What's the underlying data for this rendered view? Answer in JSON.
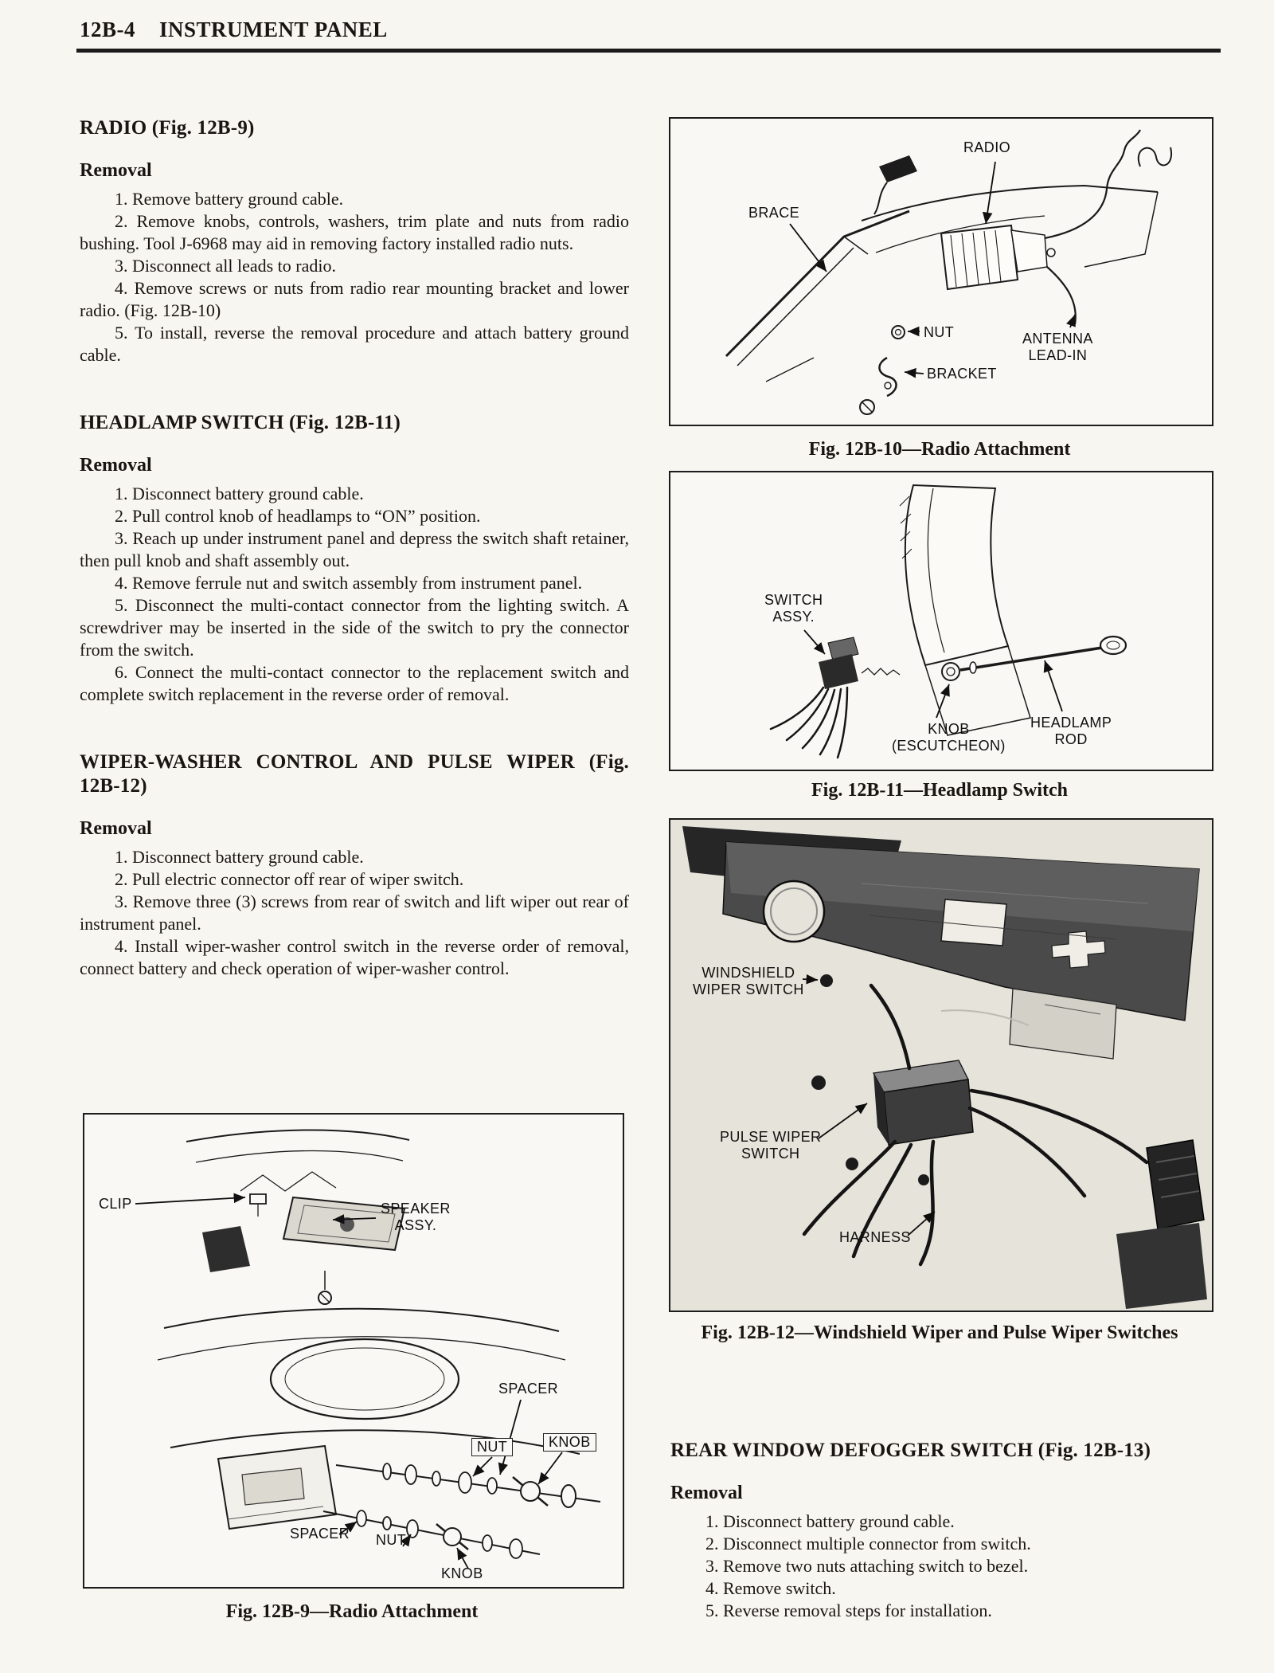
{
  "header": {
    "page_number": "12B-4",
    "title": "INSTRUMENT PANEL"
  },
  "sections": {
    "radio": {
      "heading": "RADIO (Fig. 12B-9)",
      "removal_label": "Removal",
      "steps": [
        "1. Remove battery ground cable.",
        "2. Remove knobs, controls, washers, trim plate and nuts from radio bushing. Tool J-6968 may aid in removing factory installed radio nuts.",
        "3. Disconnect all leads to radio.",
        "4. Remove screws or nuts from radio rear mounting bracket and lower radio. (Fig. 12B-10)",
        "5. To install, reverse the removal procedure and attach battery ground cable."
      ]
    },
    "headlamp_switch": {
      "heading": "HEADLAMP SWITCH (Fig. 12B-11)",
      "removal_label": "Removal",
      "steps": [
        "1. Disconnect battery ground cable.",
        "2. Pull control knob of headlamps to “ON” position.",
        "3. Reach up under instrument panel and depress the switch shaft retainer, then pull knob and shaft assembly out.",
        "4. Remove ferrule nut and switch assembly from instrument panel.",
        "5. Disconnect the multi-contact connector from the lighting switch. A screwdriver may be inserted in the side of the switch to pry the connector from the switch.",
        "6. Connect the multi-contact connector to the replacement switch and complete switch replacement in the reverse order of removal."
      ]
    },
    "wiper_washer": {
      "heading": "WIPER-WASHER CONTROL AND PULSE WIPER (Fig. 12B-12)",
      "removal_label": "Removal",
      "steps": [
        "1. Disconnect battery ground cable.",
        "2. Pull electric connector off rear of wiper switch.",
        "3. Remove three (3) screws from rear of switch and lift wiper out rear of instrument panel.",
        "4. Install wiper-washer control switch in the reverse order of removal, connect battery and check operation of wiper-washer control."
      ]
    },
    "defogger": {
      "heading": "REAR WINDOW DEFOGGER SWITCH (Fig. 12B-13)",
      "removal_label": "Removal",
      "steps": [
        "1. Disconnect battery ground cable.",
        "2. Disconnect multiple connector from switch.",
        "3. Remove two nuts attaching switch to bezel.",
        "4. Remove switch.",
        "5. Reverse removal steps for installation."
      ]
    }
  },
  "figures": {
    "fig_12b10": {
      "caption": "Fig. 12B-10—Radio Attachment",
      "labels": {
        "radio": "RADIO",
        "brace": "BRACE",
        "nut": "NUT",
        "antenna": "ANTENNA\nLEAD-IN",
        "bracket": "BRACKET"
      }
    },
    "fig_12b11": {
      "caption": "Fig. 12B-11—Headlamp Switch",
      "labels": {
        "switch_assy": "SWITCH\nASSY.",
        "knob": "KNOB\n(ESCUTCHEON)",
        "rod": "HEADLAMP\nROD"
      }
    },
    "fig_12b12": {
      "caption": "Fig. 12B-12—Windshield Wiper and Pulse Wiper Switches",
      "labels": {
        "windshield": "WINDSHIELD\nWIPER SWITCH",
        "pulse": "PULSE WIPER\nSWITCH",
        "harness": "HARNESS"
      }
    },
    "fig_12b9": {
      "caption": "Fig. 12B-9—Radio Attachment",
      "labels": {
        "clip": "CLIP",
        "speaker": "SPEAKER\nASSY.",
        "spacer_upper": "SPACER",
        "nut_upper": "NUT",
        "knob_upper": "KNOB",
        "spacer_lower": "SPACER",
        "nut_lower": "NUT",
        "knob_lower": "KNOB"
      }
    }
  }
}
